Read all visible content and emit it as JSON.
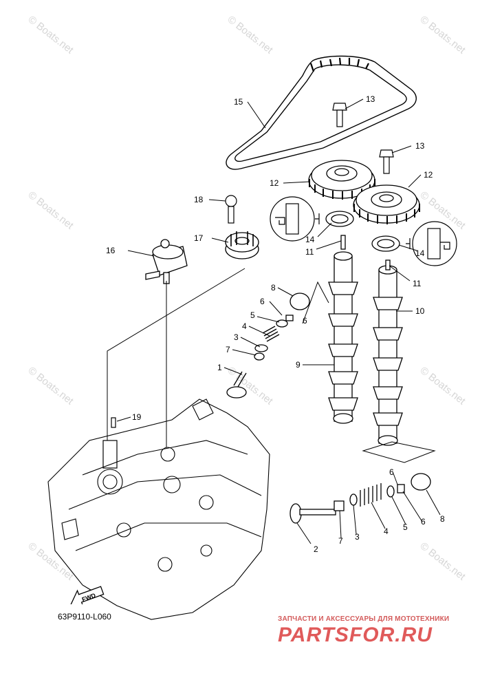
{
  "watermark": "© Boats.net",
  "diagram_code": "63P9110-L060",
  "fwd_label": "FWD",
  "shop": {
    "tagline": "ЗАПЧАСТИ И АКСЕССУАРЫ ДЛЯ МОТОТЕХНИКИ",
    "brand": "PARTSFOR.RU"
  },
  "callouts": {
    "c1": "1",
    "c2": "2",
    "c3a": "3",
    "c3b": "3",
    "c4a": "4",
    "c4b": "4",
    "c5a": "5",
    "c5b": "5",
    "c6a": "6",
    "c6b": "6",
    "c6c": "6",
    "c6d": "6",
    "c7a": "7",
    "c7b": "7",
    "c8a": "8",
    "c8b": "8",
    "c9": "9",
    "c10": "10",
    "c11a": "11",
    "c11b": "11",
    "c12a": "12",
    "c12b": "12",
    "c13a": "13",
    "c13b": "13",
    "c14a": "14",
    "c14b": "14",
    "c15": "15",
    "c16": "16",
    "c17": "17",
    "c18": "18",
    "c19": "19"
  }
}
